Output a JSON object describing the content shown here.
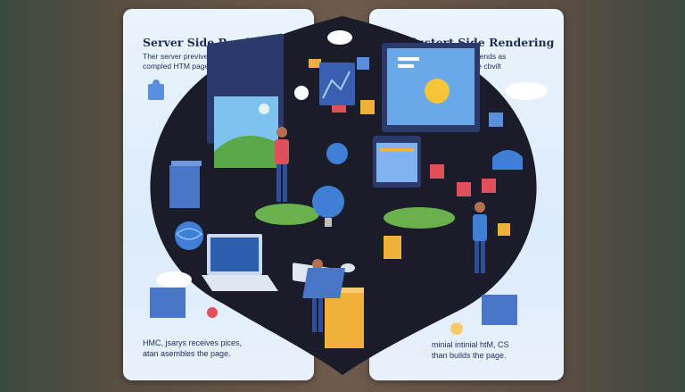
{
  "left_card": {
    "title": "Server Side Rendling",
    "description": "Ther server previves a\ncompled HTM page page",
    "footer": "HMC, jsarys receives pices,\natan asembles the page."
  },
  "right_card": {
    "title": "Clustert Side Rendering",
    "description": "Wher ser  and sends as\nSS ,beids to the cbvilt",
    "footer": "minial intinial htM, CS\nthan builds the page."
  },
  "colors": {
    "heading": "#1f2d55",
    "card_bg": "#e3effb",
    "center_bg": "#1a1c2a",
    "accent_blue": "#3f7fd6",
    "puzzle_orange": "#f0b13a",
    "puzzle_red": "#e0505a"
  }
}
